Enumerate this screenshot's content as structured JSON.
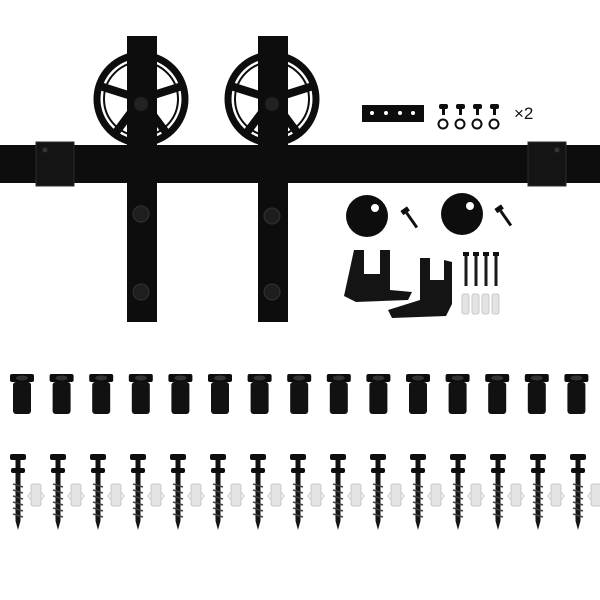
{
  "product": {
    "kit_type": "sliding barn door hardware kit",
    "finish_color": "#0d0d0d",
    "anchor_color": "#e4e4e4",
    "quantity_label": "×2"
  },
  "components": {
    "track": {
      "name": "flat-track-rail"
    },
    "hangers": {
      "count": 2,
      "wheel_style": "spoke-wheel"
    },
    "spacer_bar": {
      "name": "track-spacer-plate"
    },
    "small_hardware_set": {
      "count": 4
    },
    "stoppers": {
      "count": 2
    },
    "floor_guides": {
      "count": 2
    },
    "lag_screws": {
      "count": 4
    },
    "plastic_anchors": {
      "count": 4
    },
    "bushings": {
      "count": 15
    },
    "wall_bolts": {
      "count": 15
    },
    "wall_anchors": {
      "count": 15
    }
  }
}
